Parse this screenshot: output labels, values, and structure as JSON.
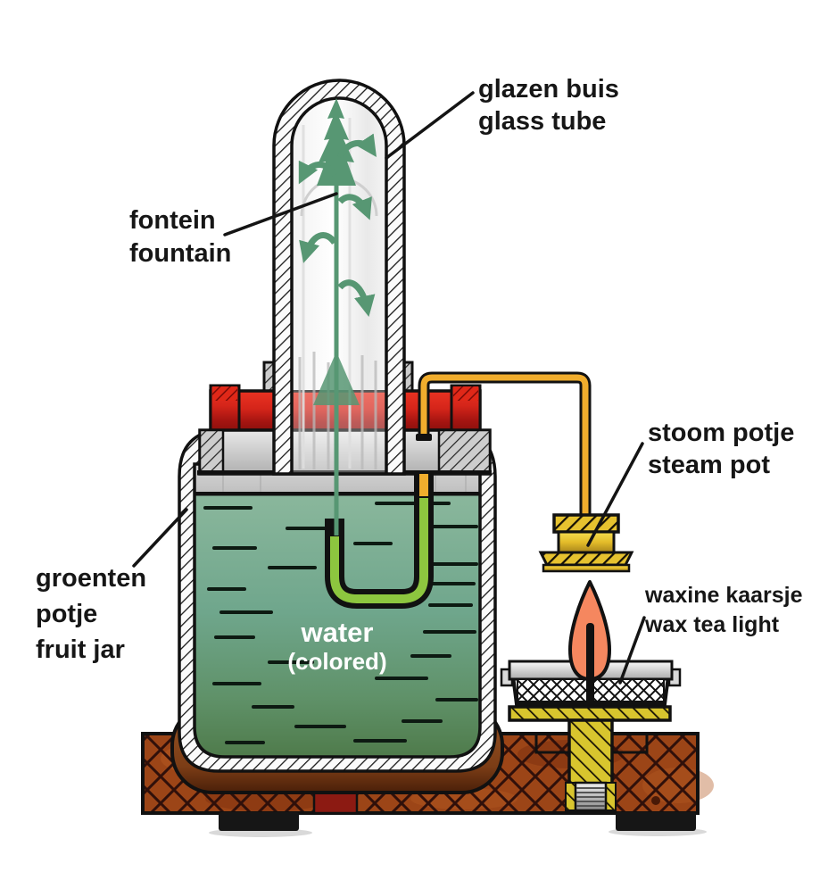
{
  "diagram": {
    "labels": {
      "glass_tube": {
        "nl": "glazen buis",
        "en": "glass tube"
      },
      "fountain": {
        "nl": "fontein",
        "en": "fountain"
      },
      "steam_pot": {
        "nl": "stoom potje",
        "en": "steam pot"
      },
      "fruit_jar": {
        "nl1": "groenten",
        "nl2": "potje",
        "en": "fruit jar"
      },
      "water": {
        "line1": "water",
        "line2": "(colored)"
      },
      "tea_light": {
        "nl": "waxine kaarsje",
        "en": "wax tea light"
      }
    },
    "colors": {
      "water_green": "#6fa68c",
      "lid_red": "#d5251a",
      "pipe_gold": "#f0ad2d",
      "tube_water_green": "#8dc63f",
      "fountain_green": "#579773",
      "flame_orange": "#f5875f",
      "wood_brown": "#9c4517",
      "brass_yellow": "#d8c52e",
      "label_text": "#161616"
    }
  }
}
